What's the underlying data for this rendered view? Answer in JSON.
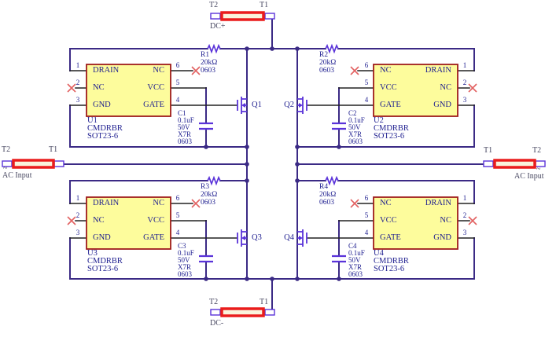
{
  "colors": {
    "wire": "#3b2a85",
    "component": "#5a33d9",
    "ic_fill": "#fdfc9c",
    "ic_border": "#9e1b1b",
    "terminal_red": "#ea1c1c",
    "terminal_fill": "#faf3dc",
    "nc_x": "#e26161",
    "text": "#1e1e8f"
  },
  "ics": [
    {
      "ref": "U1",
      "part": "CMDRBR",
      "package": "SOT23-6",
      "pins": [
        {
          "num": "1",
          "name": "DRAIN"
        },
        {
          "num": "2",
          "name": "NC"
        },
        {
          "num": "3",
          "name": "GND"
        },
        {
          "num": "4",
          "name": "GATE"
        },
        {
          "num": "5",
          "name": "VCC"
        },
        {
          "num": "6",
          "name": "NC"
        }
      ]
    },
    {
      "ref": "U2",
      "part": "CMDRBR",
      "package": "SOT23-6",
      "pins": [
        {
          "num": "1",
          "name": "DRAIN"
        },
        {
          "num": "2",
          "name": "NC"
        },
        {
          "num": "3",
          "name": "GND"
        },
        {
          "num": "4",
          "name": "GATE"
        },
        {
          "num": "5",
          "name": "VCC"
        },
        {
          "num": "6",
          "name": "NC"
        }
      ]
    },
    {
      "ref": "U3",
      "part": "CMDRBR",
      "package": "SOT23-6",
      "pins": [
        {
          "num": "1",
          "name": "DRAIN"
        },
        {
          "num": "2",
          "name": "NC"
        },
        {
          "num": "3",
          "name": "GND"
        },
        {
          "num": "4",
          "name": "GATE"
        },
        {
          "num": "5",
          "name": "VCC"
        },
        {
          "num": "6",
          "name": "NC"
        }
      ]
    },
    {
      "ref": "U4",
      "part": "CMDRBR",
      "package": "SOT23-6",
      "pins": [
        {
          "num": "1",
          "name": "DRAIN"
        },
        {
          "num": "2",
          "name": "NC"
        },
        {
          "num": "3",
          "name": "GND"
        },
        {
          "num": "4",
          "name": "GATE"
        },
        {
          "num": "5",
          "name": "VCC"
        },
        {
          "num": "6",
          "name": "NC"
        }
      ]
    }
  ],
  "resistors": [
    {
      "ref": "R1",
      "value": "20kΩ",
      "footprint": "0603"
    },
    {
      "ref": "R2",
      "value": "20kΩ",
      "footprint": "0603"
    },
    {
      "ref": "R3",
      "value": "20kΩ",
      "footprint": "0603"
    },
    {
      "ref": "R4",
      "value": "20kΩ",
      "footprint": "0603"
    }
  ],
  "capacitors": [
    {
      "ref": "C1",
      "value": "0.1uF",
      "voltage": "50V",
      "dielectric": "X7R",
      "footprint": "0603"
    },
    {
      "ref": "C2",
      "value": "0.1uF",
      "voltage": "50V",
      "dielectric": "X7R",
      "footprint": "0603"
    },
    {
      "ref": "C3",
      "value": "0.1uF",
      "voltage": "50V",
      "dielectric": "X7R",
      "footprint": "0603"
    },
    {
      "ref": "C4",
      "value": "0.1uF",
      "voltage": "50V",
      "dielectric": "X7R",
      "footprint": "0603"
    }
  ],
  "transistors": [
    {
      "ref": "Q1"
    },
    {
      "ref": "Q2"
    },
    {
      "ref": "Q3"
    },
    {
      "ref": "Q4"
    }
  ],
  "terminals": {
    "dc_plus": {
      "left_pin": "T2",
      "right_pin": "T1",
      "label": "DC+"
    },
    "dc_minus": {
      "left_pin": "T2",
      "right_pin": "T1",
      "label": "DC-"
    },
    "ac_left": {
      "left_pin": "T2",
      "right_pin": "T1",
      "label": "AC Input",
      "symbol": "~"
    },
    "ac_right": {
      "left_pin": "T1",
      "right_pin": "T2",
      "label": "AC Input",
      "symbol": "~"
    }
  }
}
